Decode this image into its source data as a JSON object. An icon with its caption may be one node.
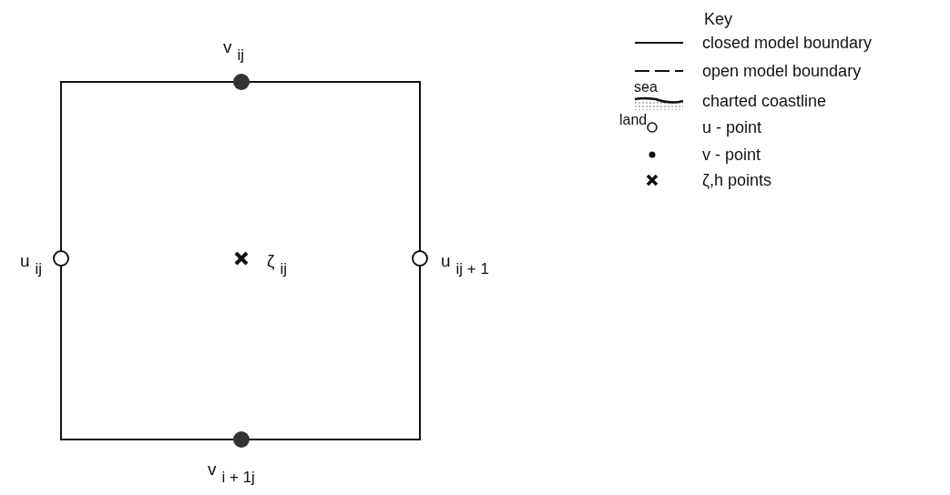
{
  "diagram": {
    "labels": [
      "v$_{ij}$",
      "u$_{ij}$",
      "ζ$_{ij}$",
      "u$_{ij + 1}$",
      "v$_{i + 1j}$",
      "Key",
      "sea",
      "land"
    ],
    "legend": [
      {
        "text": "closed model boundary"
      },
      {
        "text": "open model boundary"
      },
      {
        "text": "charted coastline"
      },
      {
        "text": "u - point"
      },
      {
        "text": "v - point"
      },
      {
        "text": "ζ,h points"
      }
    ]
  }
}
